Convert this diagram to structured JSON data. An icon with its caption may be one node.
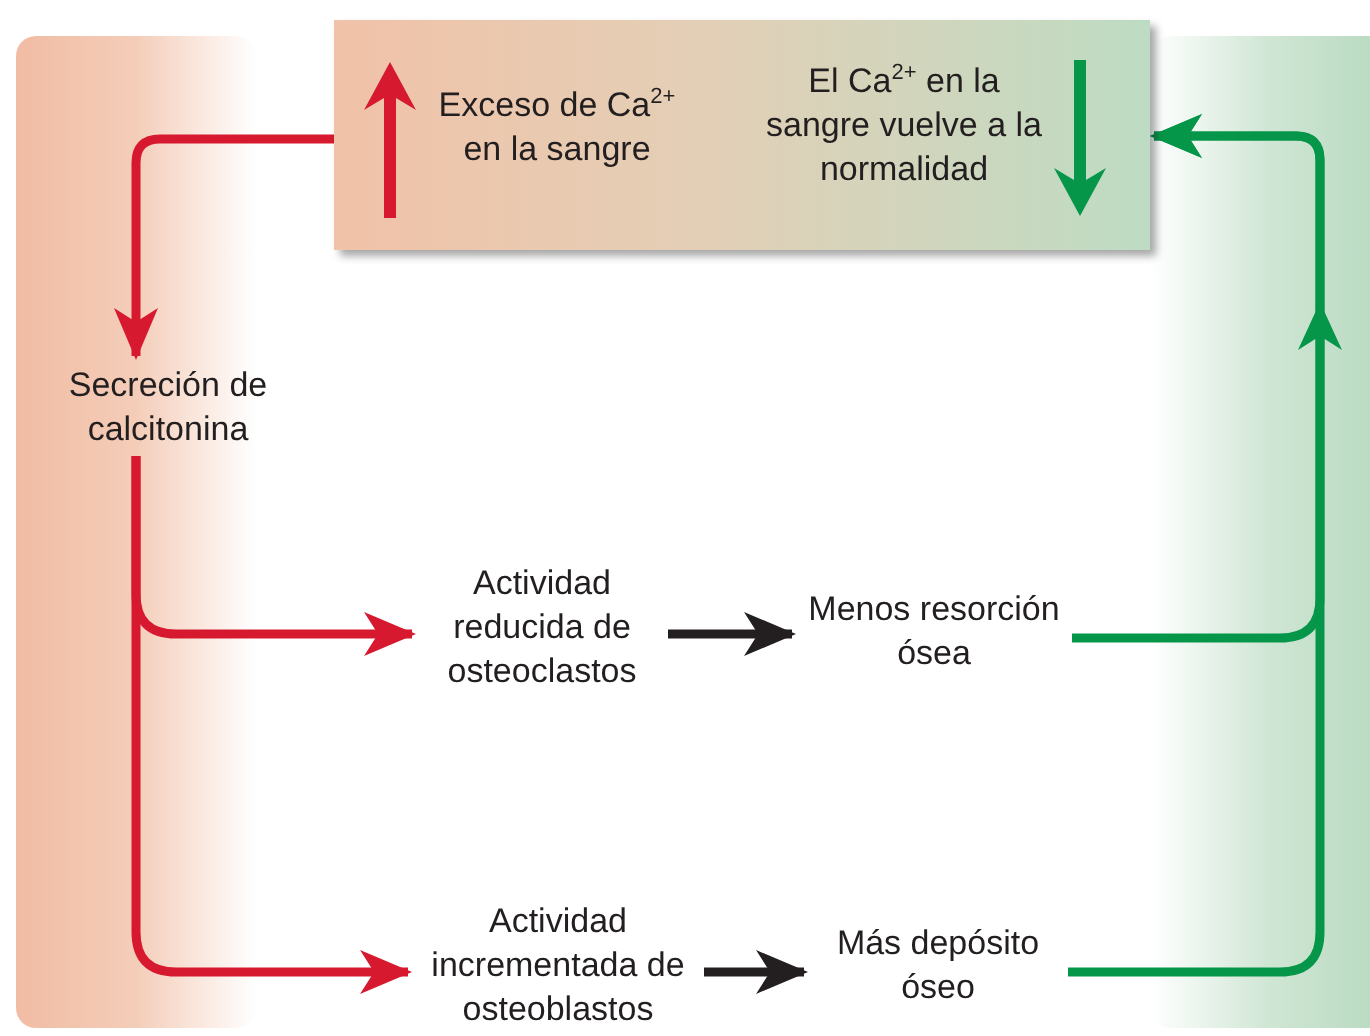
{
  "diagram": {
    "nodes": [
      {
        "text": [
          "Exceso de Ca$^{2+}$ en la sangre",
          "El Ca$^{2+}$ en la sangre vuelve a la normalidad"
        ]
      },
      {
        "text": [
          "Secreción de calcitonina"
        ]
      },
      {
        "text": [
          "Actividad reducida de osteoclastos"
        ]
      },
      {
        "text": [
          "Menos resorción ósea"
        ]
      },
      {
        "text": [
          "Actividad incrementada de osteoblastos"
        ]
      },
      {
        "text": [
          "Más depósito óseo"
        ]
      }
    ],
    "edges": [
      {
        "from": 0,
        "to": 1,
        "arrow": "to"
      },
      {
        "from": 1,
        "to": 2,
        "arrow": "to"
      },
      {
        "from": 1,
        "to": 4,
        "arrow": "to"
      },
      {
        "from": 2,
        "to": 3,
        "arrow": "to",
        "color": "#231f20"
      },
      {
        "from": 4,
        "to": 5,
        "arrow": "to",
        "color": "#231f20"
      },
      {
        "from": 3,
        "to": 0,
        "arrow": "to",
        "color": "#06964a"
      },
      {
        "from": 5,
        "to": 0,
        "arrow": "to",
        "color": "#06964a"
      }
    ]
  }
}
